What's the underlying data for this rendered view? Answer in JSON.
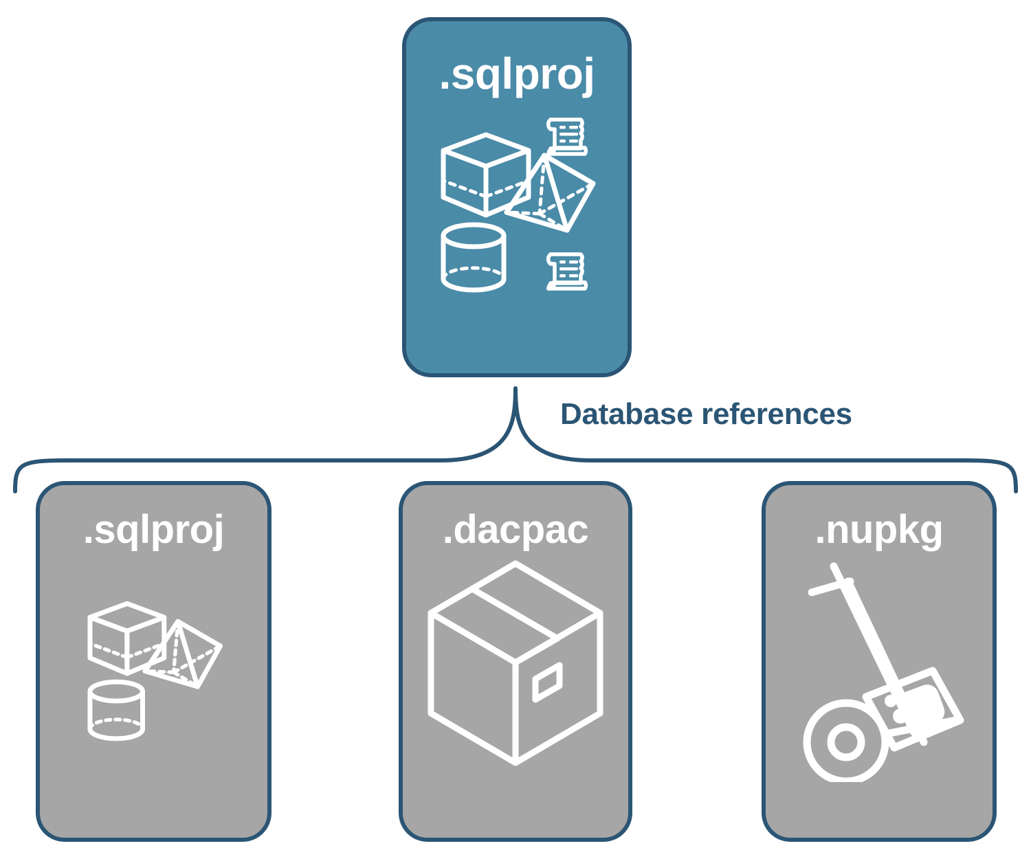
{
  "diagram": {
    "title": "SQL project database references",
    "background_color": "#ffffff",
    "accent_color": "#4a8ba8",
    "outline_color": "#2b5574",
    "neutral_color": "#a6a6a6",
    "icon_color": "#ffffff"
  },
  "root_node": {
    "label": ".sqlproj",
    "fill_color": "#4a8ba8",
    "icon_name": "database-objects-icon",
    "icon_parts": [
      "cube",
      "pyramid",
      "cylinder",
      "scroll",
      "scroll"
    ]
  },
  "connector": {
    "label": "Database references",
    "style": "curly-brace",
    "color": "#2b5574"
  },
  "reference_nodes": [
    {
      "label": ".sqlproj",
      "fill_color": "#a6a6a6",
      "icon_name": "database-objects-icon",
      "icon_parts": [
        "cube",
        "pyramid",
        "cylinder"
      ]
    },
    {
      "label": ".dacpac",
      "fill_color": "#a6a6a6",
      "icon_name": "package-box-icon",
      "icon_parts": [
        "cardboard-box"
      ]
    },
    {
      "label": ".nupkg",
      "fill_color": "#a6a6a6",
      "icon_name": "hand-truck-package-icon",
      "icon_parts": [
        "dolly",
        "nuget-package"
      ]
    }
  ]
}
